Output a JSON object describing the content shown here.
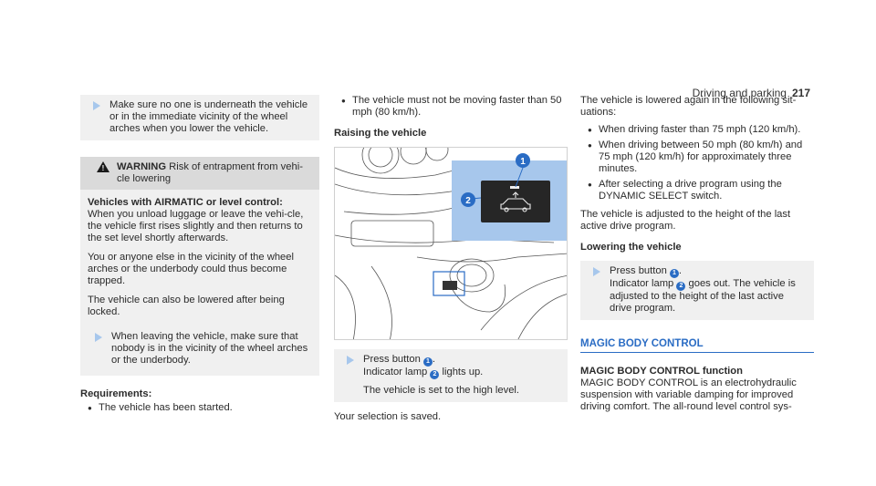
{
  "header": {
    "section": "Driving and parking",
    "page": "217"
  },
  "col1": {
    "action1": "Make sure no one is underneath the vehicle or in the immediate vicinity of the wheel arches when you lower the vehicle.",
    "warning": {
      "label": "WARNING",
      "title_rest": " Risk of entrapment from vehi-cle lowering",
      "p1_bold": "Vehicles with AIRMATIC or level control:",
      "p1_rest": " When you unload luggage or leave the vehi-cle, the vehicle first rises slightly and then returns to the set level shortly afterwards.",
      "p2": "You or anyone else in the vicinity of the wheel arches or the underbody could thus become trapped.",
      "p3": "The vehicle can also be lowered after being locked.",
      "action": "When leaving the vehicle, make sure that nobody is in the vicinity of the wheel arches or the underbody."
    },
    "requirements_title": "Requirements:",
    "requirements": [
      "The vehicle has been started."
    ]
  },
  "col2": {
    "bullets": [
      "The vehicle must not be moving faster than 50 mph (80 km/h)."
    ],
    "heading": "Raising the vehicle",
    "action": {
      "press": "Press button",
      "badge1": "1",
      "indicator": "Indicator lamp",
      "badge2": "2",
      "lights": "lights up.",
      "note": "The vehicle is set to the high level."
    },
    "saved": "Your selection is saved."
  },
  "col3": {
    "intro": "The vehicle is lowered again in the following sit-uations:",
    "bullets": [
      "When driving faster than 75 mph (120 km/h).",
      "When driving between 50 mph (80 km/h) and 75 mph (120 km/h) for approximately three minutes.",
      "After selecting a drive program using the DYNAMIC SELECT switch."
    ],
    "adjusted": "The vehicle is adjusted to the height of the last active drive program.",
    "heading": "Lowering the vehicle",
    "action": {
      "press": "Press button",
      "badge1": "1",
      "indicator": "Indicator lamp",
      "badge2": "2",
      "rest": "goes out. The vehicle is adjusted to the height of the last active drive program."
    },
    "section_title": "MAGIC BODY CONTROL",
    "sub_heading": "MAGIC BODY CONTROL function",
    "sub_text": "MAGIC BODY CONTROL is an electrohydraulic suspension with variable damping for improved driving comfort. The all-round level control sys-"
  },
  "illustration": {
    "callout1": "1",
    "callout2": "2",
    "accent": "#2a6cc4",
    "panel": "#a7c7ec"
  }
}
